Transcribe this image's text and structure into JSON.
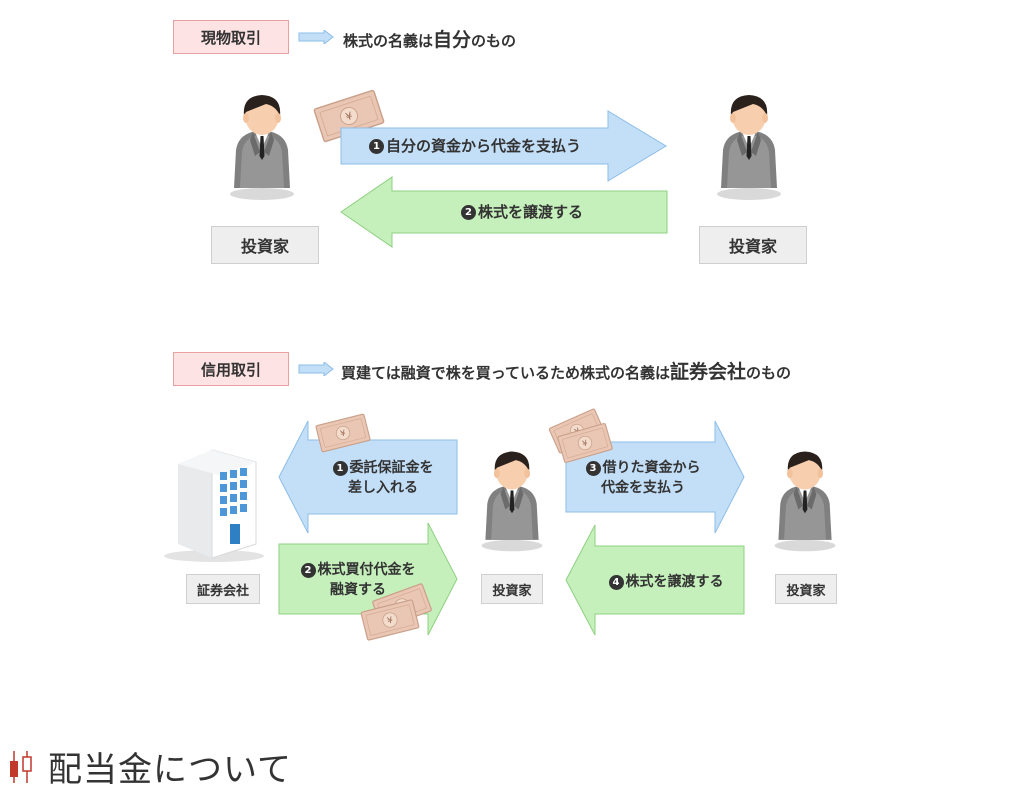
{
  "section1": {
    "tag": "現物取引",
    "caption_pre": "株式の名義は",
    "caption_emph": "自分",
    "caption_post": "のもの",
    "arrow1": {
      "num": "1",
      "text": "自分の資金から代金を支払う"
    },
    "arrow2": {
      "num": "2",
      "text": "株式を譲渡する"
    },
    "left_label": "投資家",
    "right_label": "投資家"
  },
  "section2": {
    "tag": "信用取引",
    "caption_pre": "買建ては融資で株を買っているため株式の名義は",
    "caption_emph": "証券会社",
    "caption_post": "のもの",
    "arrow1": {
      "num": "1",
      "line1": "委託保証金を",
      "line2": "差し入れる"
    },
    "arrow2": {
      "num": "2",
      "line1": "株式買付代金を",
      "line2": "融資する"
    },
    "arrow3": {
      "num": "3",
      "line1": "借りた資金から",
      "line2": "代金を支払う"
    },
    "arrow4": {
      "num": "4",
      "text": "株式を譲渡する"
    },
    "company_label": "証券会社",
    "middle_label": "投資家",
    "right_label": "投資家"
  },
  "heading": {
    "text": "配当金について"
  },
  "colors": {
    "blue_arrow": "#c3dff8",
    "green_arrow": "#c5f0bc",
    "tag_bg": "#fde3e3",
    "tag_border": "#e9a0a0",
    "accent_red": "#c0392b"
  },
  "icons": [
    "businessman-icon",
    "yen-banknote-icon",
    "office-building-icon",
    "candlestick-icon"
  ]
}
